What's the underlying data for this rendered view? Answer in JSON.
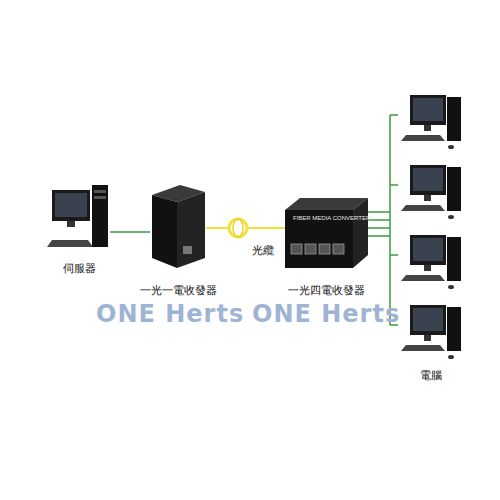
{
  "diagram": {
    "nodes": [
      {
        "text": [
          "伺服器"
        ]
      },
      {
        "text": [
          "一光一電收發器"
        ]
      },
      {
        "text": [
          "光纜"
        ]
      },
      {
        "text": [
          "一光四電收發器"
        ]
      },
      {
        "text": [
          "電腦"
        ]
      }
    ],
    "edges": [
      {
        "from": 0,
        "to": 1,
        "arrow": "none"
      },
      {
        "from": 1,
        "to": 2,
        "arrow": "none"
      },
      {
        "from": 2,
        "to": 3,
        "arrow": "none"
      },
      {
        "from": 3,
        "to": 4,
        "arrow": "none"
      }
    ],
    "labels": [
      "ONE Herts",
      "ONE Herts",
      "FIBER MEDIA CONVERTER"
    ]
  }
}
